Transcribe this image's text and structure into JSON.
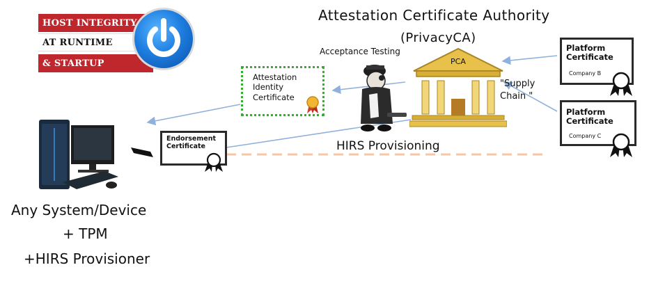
{
  "logo": {
    "line1": "HOST INTEGRITY",
    "line2": "AT RUNTIME",
    "line3": "& STARTUP",
    "icon": "power-icon",
    "colors": {
      "red": "#c0272d",
      "blue": "#1e7fe0"
    }
  },
  "title": {
    "line1": "Attestation Certificate Authority",
    "line2": "(PrivacyCA)"
  },
  "acceptance_testing": "Acceptance Testing",
  "pca_label": "PCA",
  "supply_chain": {
    "line1": "\"Supply",
    "line2": "Chain \""
  },
  "attestation_cert": {
    "line1": "Attestation",
    "line2": "Identity",
    "line3": "Certificate"
  },
  "endorsement_cert": {
    "line1": "Endorsement",
    "line2": "Certificate"
  },
  "hirs_provisioning": "HIRS Provisioning",
  "platform_cert_b": {
    "line1": "Platform",
    "line2": "Certificate",
    "company": "Company B"
  },
  "platform_cert_c": {
    "line1": "Platform",
    "line2": "Certificate",
    "company": "Company C"
  },
  "system": {
    "line1": "Any System/Device",
    "line2": "+ TPM",
    "line3": "+HIRS Provisioner"
  },
  "colors": {
    "arrow": "#8fb1dc",
    "dash": "#f6c7a6",
    "gold": "#e7c14a",
    "green": "#3aaa35"
  }
}
